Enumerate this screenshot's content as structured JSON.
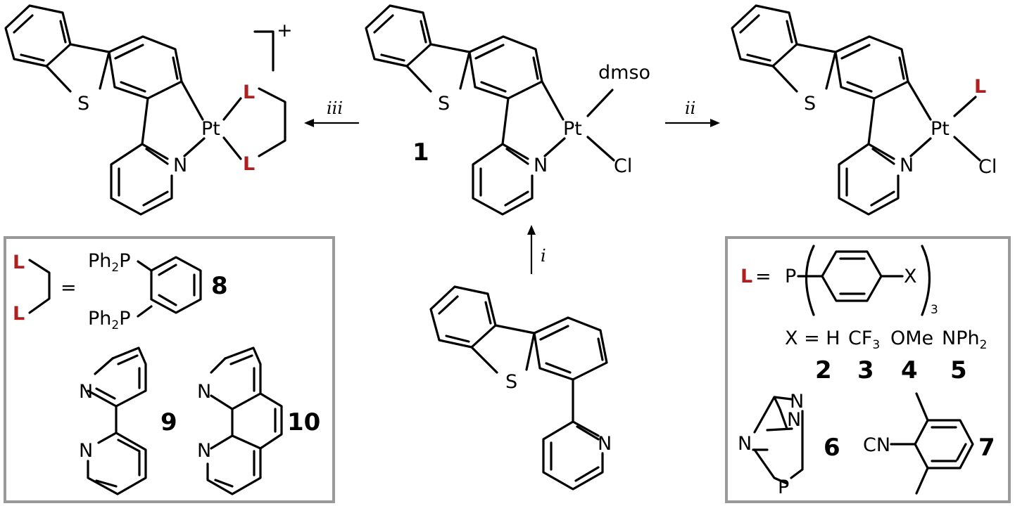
{
  "colors": {
    "ligand": "#b01f1f",
    "bond": "#000000",
    "box_border": "#9a9a9a"
  },
  "atoms": {
    "S": "S",
    "N": "N",
    "Pt": "Pt",
    "Cl": "Cl",
    "dmso": "dmso",
    "L": "L",
    "P": "P",
    "CN": "CN",
    "Ph2P": "Ph",
    "Ph2P_sub": "2",
    "Ph2P_tail": "P"
  },
  "charge": "+",
  "reagent_labels": [
    "i",
    "ii",
    "iii"
  ],
  "compound_numbers": {
    "c1": "1",
    "c2": "2",
    "c3": "3",
    "c4": "4",
    "c5": "5",
    "c6": "6",
    "c7": "7",
    "c8": "8",
    "c9": "9",
    "c10": "10"
  },
  "right_box": {
    "equals": "=",
    "subscript_3": "3",
    "substituent_x": "X",
    "x_equals_h": "X = H",
    "cf3": "CF",
    "cf3_sub": "3",
    "ome": "OMe",
    "nph2": "NPh",
    "nph2_sub": "2"
  },
  "left_box": {
    "equals": "="
  }
}
